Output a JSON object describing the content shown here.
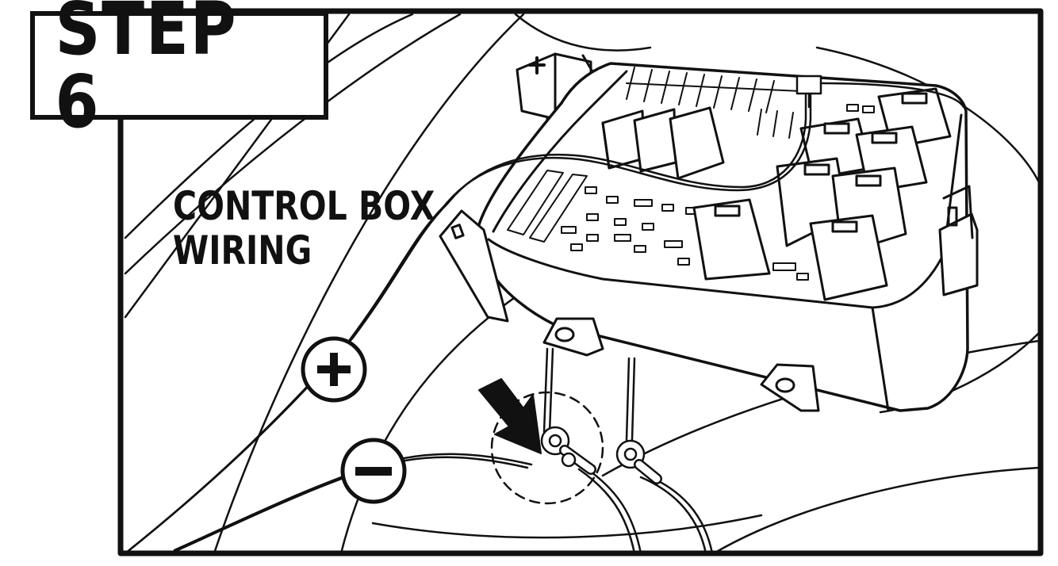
{
  "step": {
    "label": "STEP 6"
  },
  "caption": {
    "line1": "CONTROL BOX",
    "line2": "WIRING"
  },
  "symbols": {
    "positive": "plus-symbol-icon",
    "negative": "minus-symbol-icon"
  },
  "colors": {
    "ink": "#111111",
    "background": "#ffffff"
  }
}
